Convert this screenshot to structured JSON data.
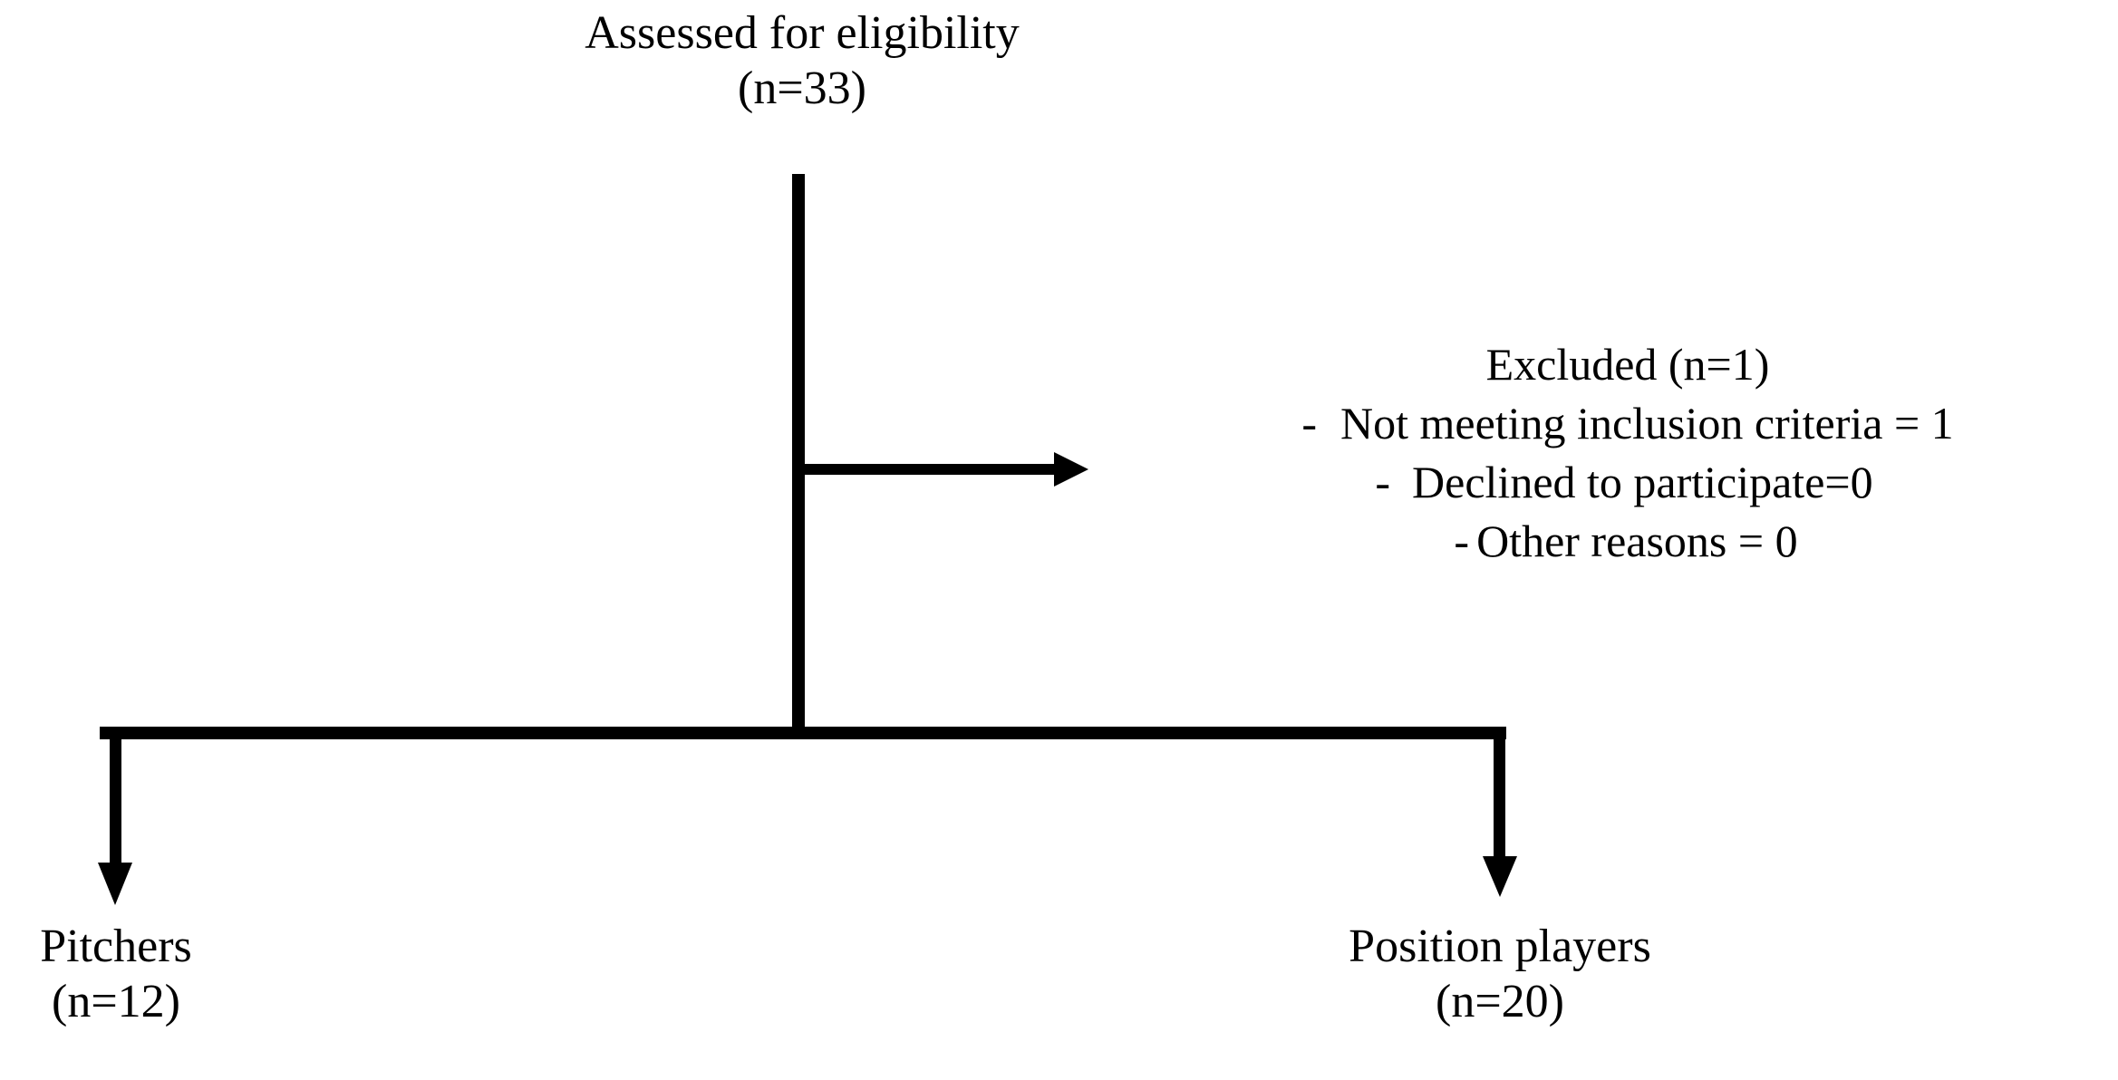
{
  "diagram": {
    "type": "consort-flow-diagram",
    "title_visible": false,
    "background_color": "#ffffff",
    "line_color": "#000000",
    "text_color": "#000000"
  },
  "nodes": {
    "assessed": {
      "line1": "Assessed for eligibility",
      "line2": "(n=33)",
      "count": 33
    },
    "excluded": {
      "title": "Excluded (n=1)",
      "count": 1,
      "reasons": [
        {
          "dash": "-",
          "text": "Not meeting inclusion criteria = 1",
          "value": 1
        },
        {
          "dash": "-",
          "text": "Declined to participate=0",
          "value": 0
        },
        {
          "dash": "-",
          "text": "Other reasons = 0",
          "value": 0
        }
      ]
    },
    "pitchers": {
      "line1": "Pitchers",
      "line2": "(n=12)",
      "count": 12
    },
    "position_players": {
      "line1": "Position players",
      "line2": "(n=20)",
      "count": 20
    }
  },
  "connectors": {
    "trunk": {
      "name": "vertical-trunk",
      "from_node": "assessed",
      "to": "split-bar"
    },
    "exclusion_arrow": {
      "name": "exclusion-arrow",
      "direction": "right",
      "from_node": "assessed",
      "to_node": "excluded"
    },
    "split_bar": {
      "name": "split-bar",
      "direction": "horizontal"
    },
    "left_arrow": {
      "name": "left-branch-arrow",
      "direction": "down",
      "to_node": "pitchers"
    },
    "right_arrow": {
      "name": "right-branch-arrow",
      "direction": "down",
      "to_node": "position_players"
    }
  }
}
